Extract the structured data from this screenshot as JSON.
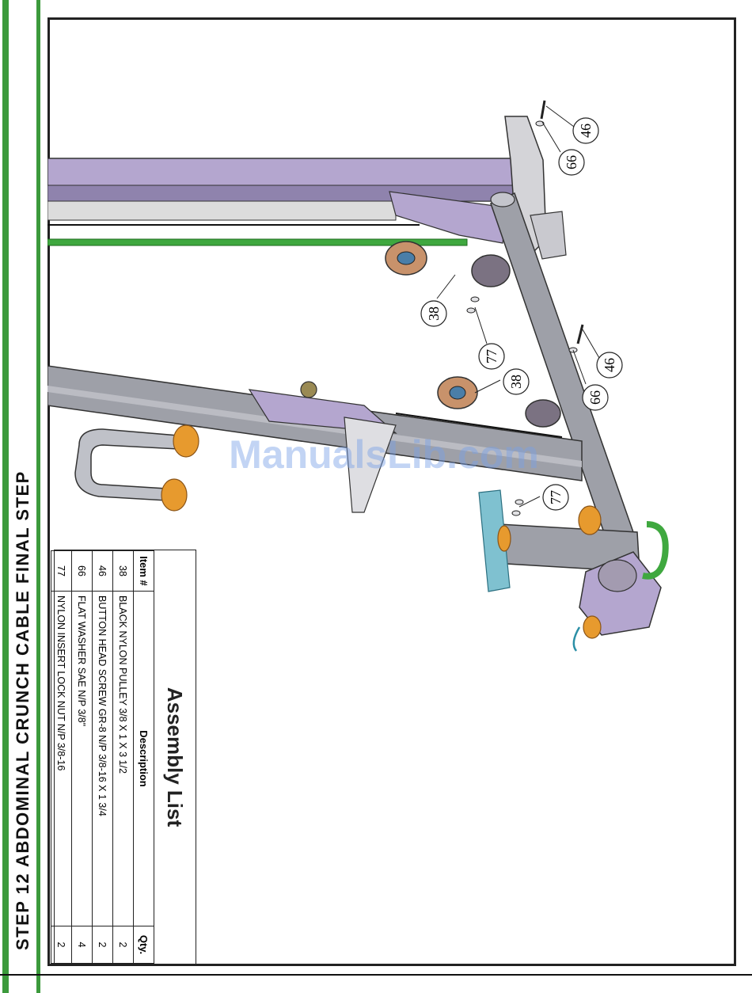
{
  "page": {
    "step_title": "STEP 12 ABDOMINAL CRUNCH CABLE FINAL STEP",
    "watermark": "ManualsLib.com"
  },
  "assembly_list": {
    "title": "Assembly List",
    "columns": {
      "item": "Item #",
      "description": "Description",
      "qty": "Qty."
    },
    "rows": [
      {
        "item": "38",
        "description": "BLACK NYLON PULLEY 3/8 X 1 X 3 1/2",
        "qty": "2"
      },
      {
        "item": "46",
        "description": "BUTTON HEAD SCREW GR-8 N/P 3/8-16 X 1 3/4",
        "qty": "2"
      },
      {
        "item": "66",
        "description": "FLAT WASHER SAE N/P 3/8\"",
        "qty": "4"
      },
      {
        "item": "77",
        "description": "NYLON INSERT LOCK NUT N/P 3/8-16",
        "qty": "2"
      }
    ]
  },
  "callouts": {
    "c1": "46",
    "c2": "66",
    "c3": "38",
    "c4": "77",
    "c5": "46",
    "c6": "66",
    "c7": "38",
    "c8": "77"
  },
  "colors": {
    "frame_purple": "#b4a6cf",
    "tube_gray": "#9ea0a8",
    "accent_green": "#3c9a3c",
    "roller_orange": "#e79a2e",
    "plate_teal": "#7fc1d0",
    "cable_green": "#3fa83f"
  }
}
